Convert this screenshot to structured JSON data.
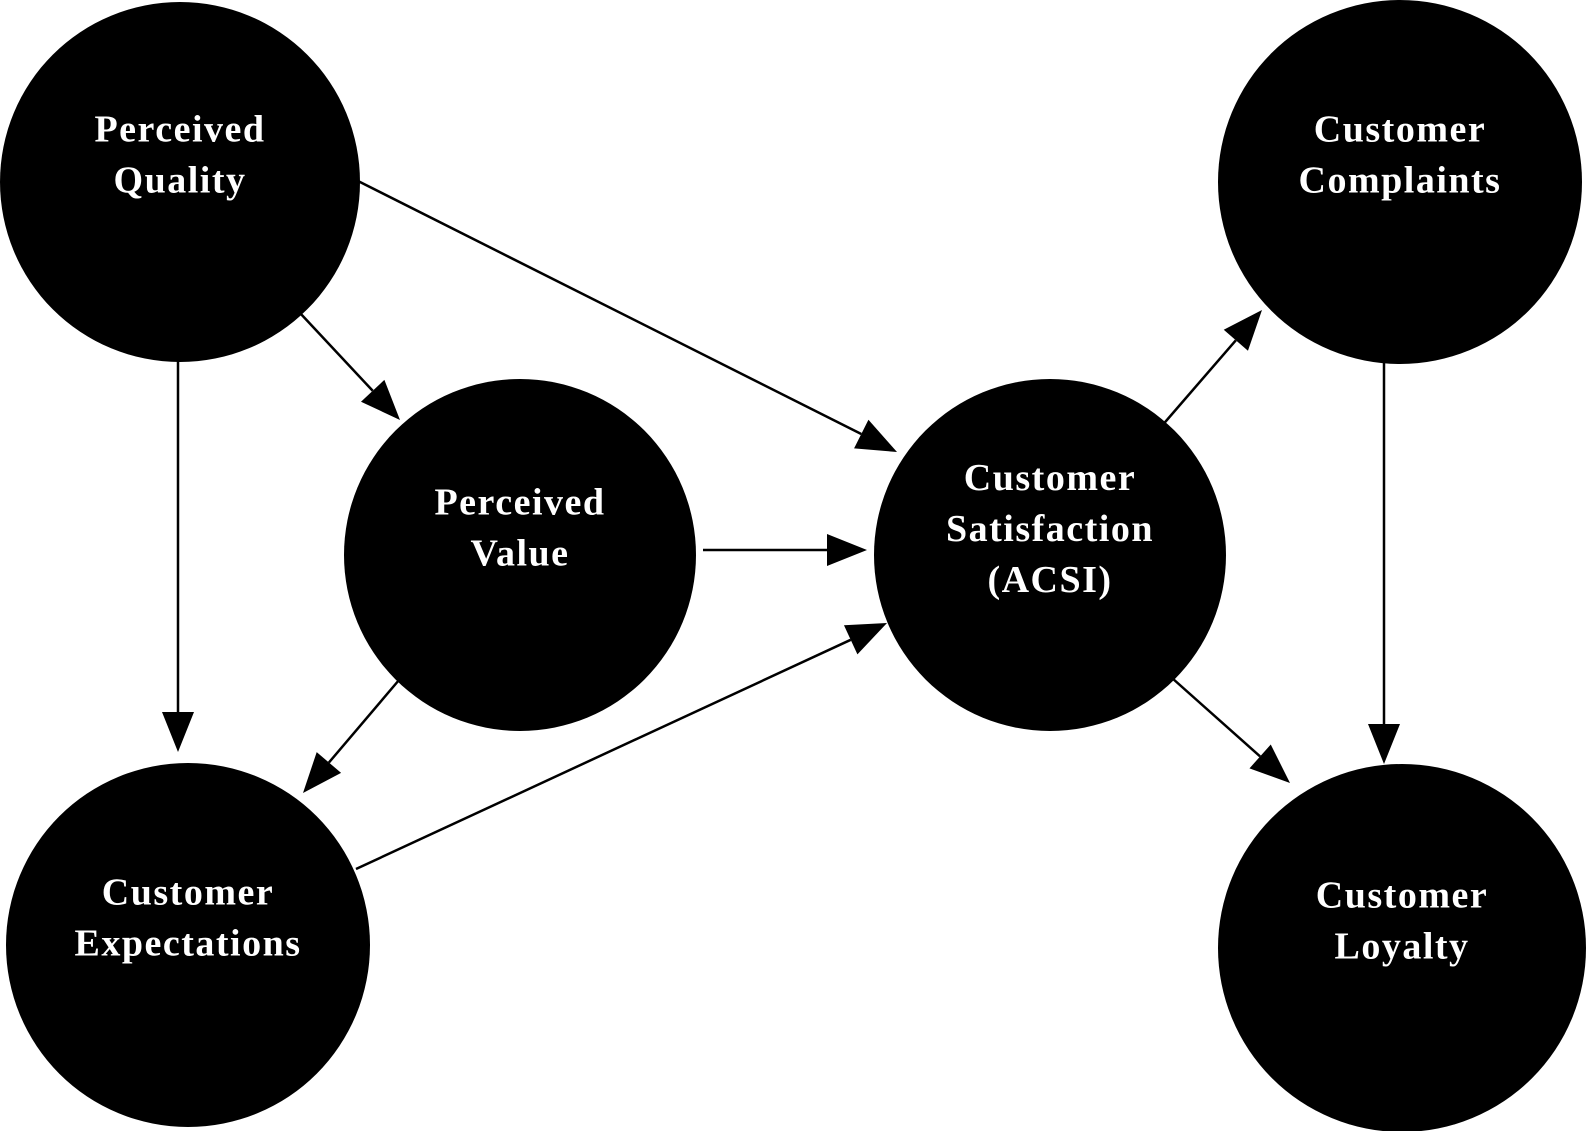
{
  "colors": {
    "node_fill": "#000000",
    "node_text": "#ffffff",
    "edge": "#000000",
    "background": "#ffffff"
  },
  "nodes": [
    {
      "id": "perceived_quality",
      "lines": [
        "Perceived",
        "Quality"
      ]
    },
    {
      "id": "perceived_value",
      "lines": [
        "Perceived",
        "Value"
      ]
    },
    {
      "id": "customer_expectations",
      "lines": [
        "Customer",
        "Expectations"
      ]
    },
    {
      "id": "customer_satisfaction",
      "lines": [
        "Customer",
        "Satisfaction",
        "(ACSI)"
      ]
    },
    {
      "id": "customer_complaints",
      "lines": [
        "Customer",
        "Complaints"
      ]
    },
    {
      "id": "customer_loyalty",
      "lines": [
        "Customer",
        "Loyalty"
      ]
    }
  ],
  "edges": [
    {
      "from": "perceived_quality",
      "to": "perceived_value"
    },
    {
      "from": "perceived_quality",
      "to": "customer_satisfaction"
    },
    {
      "from": "perceived_quality",
      "to": "customer_expectations"
    },
    {
      "from": "perceived_value",
      "to": "customer_satisfaction"
    },
    {
      "from": "perceived_value",
      "to": "customer_expectations"
    },
    {
      "from": "customer_expectations",
      "to": "customer_satisfaction"
    },
    {
      "from": "customer_satisfaction",
      "to": "customer_complaints"
    },
    {
      "from": "customer_satisfaction",
      "to": "customer_loyalty"
    },
    {
      "from": "customer_complaints",
      "to": "customer_loyalty"
    }
  ]
}
